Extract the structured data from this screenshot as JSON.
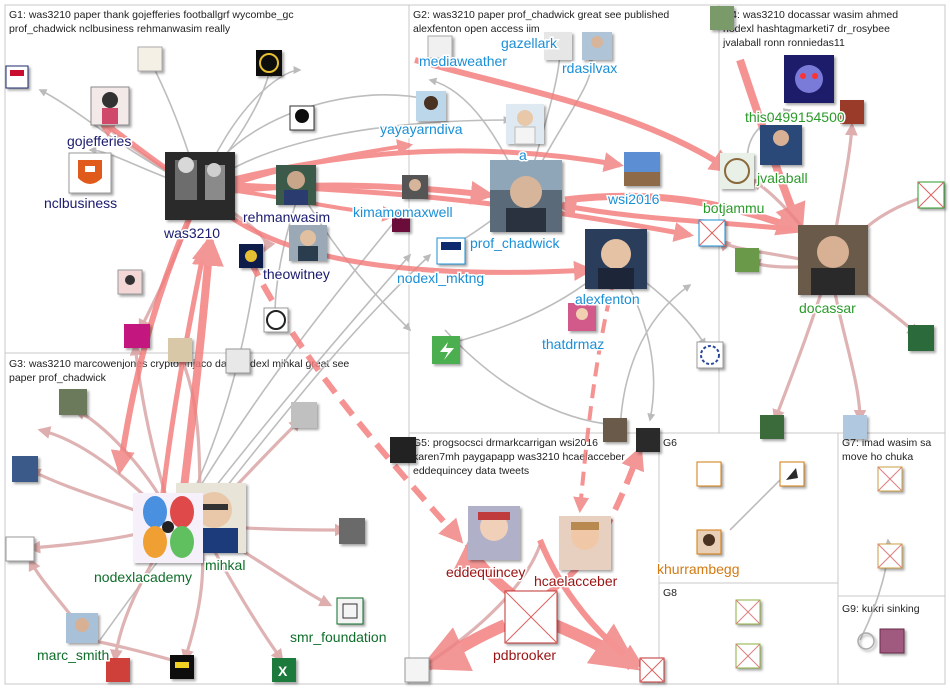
{
  "groups": [
    {
      "id": "G1",
      "label": "G1: was3210 paper thank gojefferies footballgrf wycombe_gc",
      "label2": "prof_chadwick nclbusiness rehmanwasim really"
    },
    {
      "id": "G2",
      "label": "G2: was3210 paper prof_chadwick great see published",
      "label2": "alexfenton open access iim"
    },
    {
      "id": "G3",
      "label": "G3: was3210 marcowenjones cryptoninjaco data nodexl mihkal great see",
      "label2": "paper prof_chadwick"
    },
    {
      "id": "G4",
      "label": "G4: was3210 docassar wasim ahmed",
      "label2": "nodexl hashtagmarketi7 dr_rosybee",
      "label3": "jvalaball ronn ronniedas11"
    },
    {
      "id": "G5",
      "label": "G5: progsocsci drmarkcarrigan wsi2016",
      "label2": "karen7mh paygapapp was3210 hcaelacceber",
      "label3": "eddequincey data tweets"
    },
    {
      "id": "G6",
      "label": "G6"
    },
    {
      "id": "G7",
      "label": "G7: imad wasim sa",
      "label2": "move ho chuka"
    },
    {
      "id": "G8",
      "label": "G8"
    },
    {
      "id": "G9",
      "label": "G9: kukri sinking"
    }
  ],
  "nodes": {
    "was3210": "was3210",
    "gojefferies": "gojefferies",
    "nclbusiness": "nclbusiness",
    "rehmanwasim": "rehmanwasim",
    "theowitney": "theowitney",
    "kimamomaxwell": "kimamomaxwell",
    "mediaweather": "mediaweather",
    "gazellark": "gazellark",
    "rdasilvax": "rdasilvax",
    "yayayarndiva": "yayayarndiva",
    "a": "a",
    "prof_chadwick": "prof_chadwick",
    "nodexl_mktng": "nodexl_mktng",
    "wsi2016": "wsi2016",
    "alexfenton": "alexfenton",
    "thatdrmaz": "thatdrmaz",
    "this0499154500": "this0499154500",
    "jvalaball": "jvalaball",
    "botjammu": "botjammu",
    "docassar": "docassar",
    "nodexlacademy": "nodexlacademy",
    "mihkal": "mihkal",
    "marc_smith": "marc_smith",
    "smr_foundation": "smr_foundation",
    "eddequincey": "eddequincey",
    "hcaelacceber": "hcaelacceber",
    "pdbrooker": "pdbrooker",
    "khurrambegg": "khurrambegg"
  },
  "colors": {
    "g1_text": "#1a1a6e",
    "g2_text": "#1a8fd6",
    "g3_text": "#0f6e2a",
    "g4_text": "#2a9a2a",
    "g5_text": "#9a1212",
    "g6_text": "#d47a10",
    "edge_strong": "#f06a6a",
    "edge_mid": "#d9a0a0",
    "edge_grey": "#bbbbbb"
  }
}
